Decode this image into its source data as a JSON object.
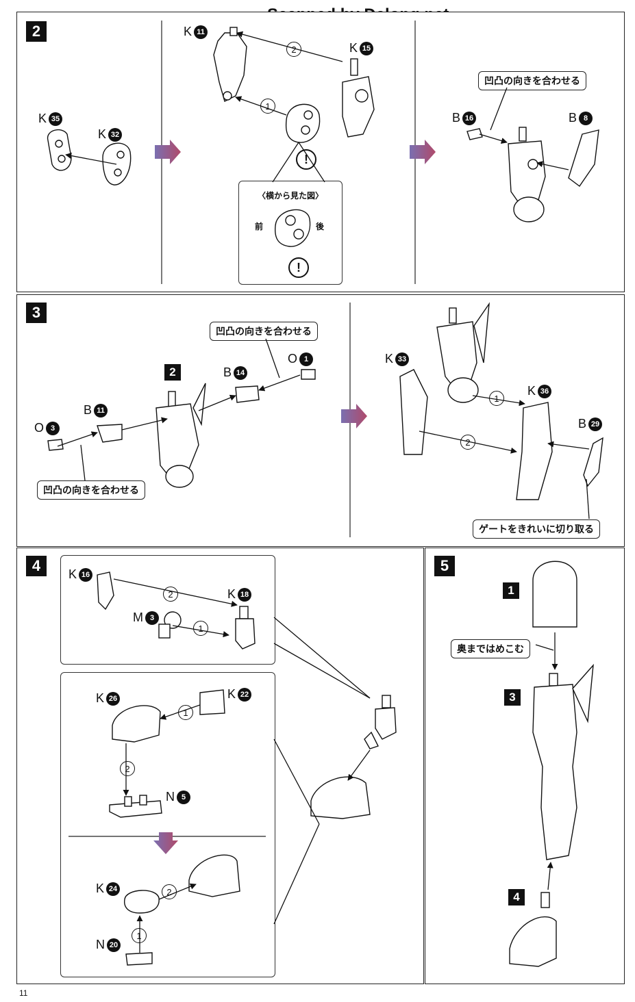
{
  "watermark": "Scanned by Dalong.net",
  "page_number": "11",
  "steps": {
    "s2": {
      "number": "2",
      "parts": {
        "k35": {
          "letter": "K",
          "num": "35"
        },
        "k32": {
          "letter": "K",
          "num": "32"
        },
        "k11": {
          "letter": "K",
          "num": "11"
        },
        "k15": {
          "letter": "K",
          "num": "15"
        },
        "b16": {
          "letter": "B",
          "num": "16"
        },
        "b8": {
          "letter": "B",
          "num": "8"
        }
      },
      "seq1": "1",
      "seq2": "2",
      "side_view_title": "〈横から見た図〉",
      "side_front": "前",
      "side_back": "後",
      "warning": "!",
      "note_align": "凹凸の向きを合わせる"
    },
    "s3": {
      "number": "3",
      "ref": "2",
      "parts": {
        "o3": {
          "letter": "O",
          "num": "3"
        },
        "b11": {
          "letter": "B",
          "num": "11"
        },
        "b14": {
          "letter": "B",
          "num": "14"
        },
        "o1": {
          "letter": "O",
          "num": "1"
        },
        "k33": {
          "letter": "K",
          "num": "33"
        },
        "k36": {
          "letter": "K",
          "num": "36"
        },
        "b29": {
          "letter": "B",
          "num": "29"
        }
      },
      "seq1": "1",
      "seq2": "2",
      "note_align_top": "凹凸の向きを合わせる",
      "note_align_bottom": "凹凸の向きを合わせる",
      "note_gate": "ゲートをきれいに切り取る"
    },
    "s4": {
      "number": "4",
      "parts": {
        "k16": {
          "letter": "K",
          "num": "16"
        },
        "k18": {
          "letter": "K",
          "num": "18"
        },
        "m3": {
          "letter": "M",
          "num": "3"
        },
        "k26": {
          "letter": "K",
          "num": "26"
        },
        "k22": {
          "letter": "K",
          "num": "22"
        },
        "n5": {
          "letter": "N",
          "num": "5"
        },
        "k24": {
          "letter": "K",
          "num": "24"
        },
        "n20": {
          "letter": "N",
          "num": "20"
        }
      },
      "seq1": "1",
      "seq2": "2"
    },
    "s5": {
      "number": "5",
      "ref1": "1",
      "ref3": "3",
      "ref4": "4",
      "note_push": "奥まではめこむ"
    }
  }
}
